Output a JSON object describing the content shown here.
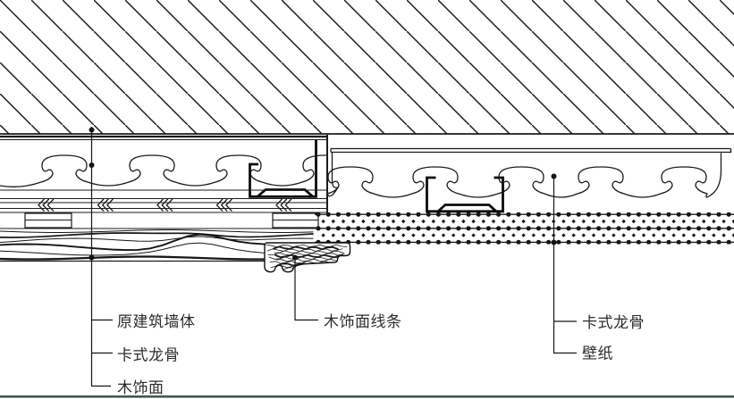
{
  "drawing": {
    "labels": {
      "original_wall": "原建筑墙体",
      "keel_left": "卡式龙骨",
      "wood_veneer": "木饰面",
      "wood_trim": "木饰面线条",
      "keel_right": "卡式龙骨",
      "wallpaper": "壁纸"
    },
    "colors": {
      "background": "#ffffff",
      "line": "#1b1b1b",
      "label_text": "#2b2b2b",
      "bottom_border": "#44584c"
    }
  }
}
